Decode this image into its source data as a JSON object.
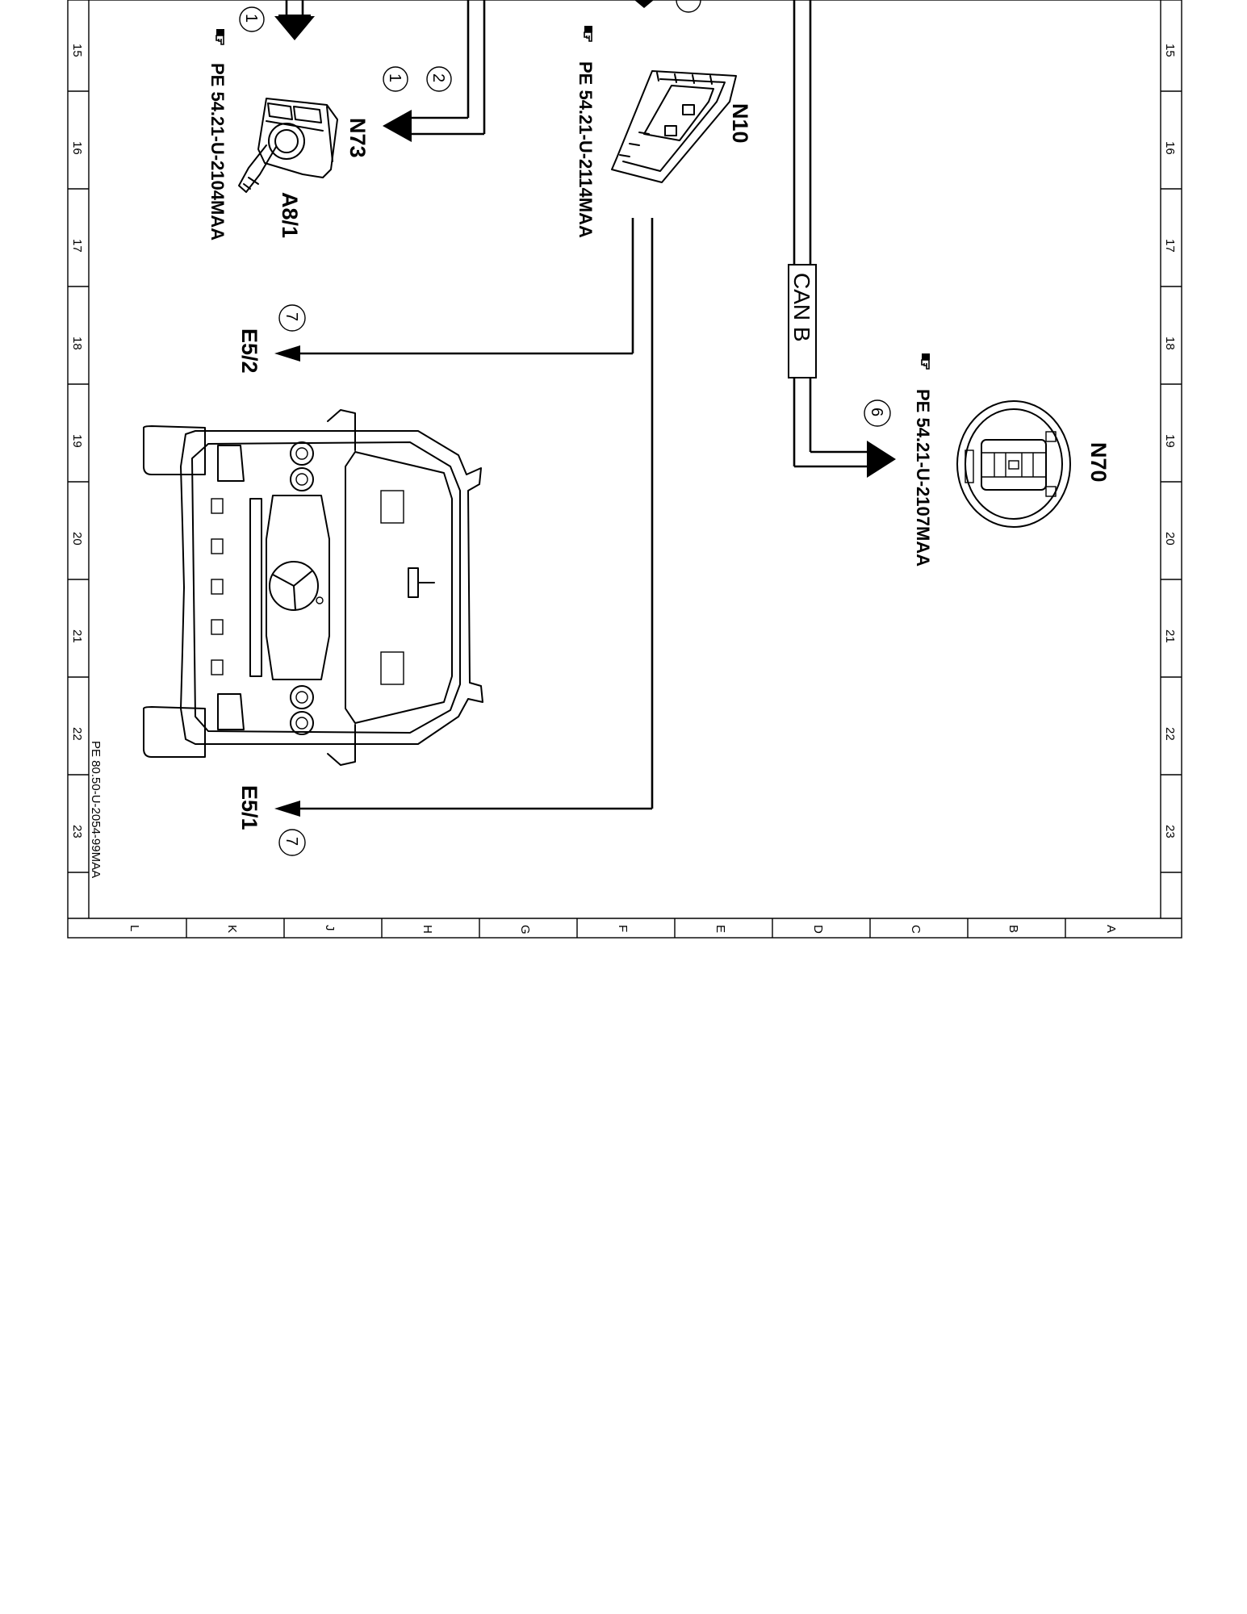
{
  "sheet_ref": "PE 80.50-U-2054-99MAA",
  "grid": {
    "rows": [
      "15",
      "16",
      "17",
      "18",
      "19",
      "20",
      "21",
      "22",
      "23"
    ],
    "cols": [
      "L",
      "K",
      "J",
      "H",
      "G",
      "F",
      "E",
      "D",
      "C",
      "B",
      "A"
    ]
  },
  "components": {
    "a8_1": {
      "label": "A8/1",
      "ref": "PE 54.21-U-2104MAA"
    },
    "n73": {
      "label": "N73"
    },
    "n10": {
      "label": "N10",
      "ref": "PE 54.21-U-2114MAA"
    },
    "n70": {
      "label": "N70",
      "ref": "PE 54.21-U-2107MAA"
    },
    "e5_2": {
      "label": "E5/2"
    },
    "e5_1": {
      "label": "E5/1"
    }
  },
  "bus": {
    "label": "CAN B"
  },
  "markers": {
    "m1_top": "1",
    "m1_n73": "1",
    "m2_n73": "2",
    "m7_e52": "7",
    "m6_n70": "6",
    "m7_e51": "7"
  }
}
